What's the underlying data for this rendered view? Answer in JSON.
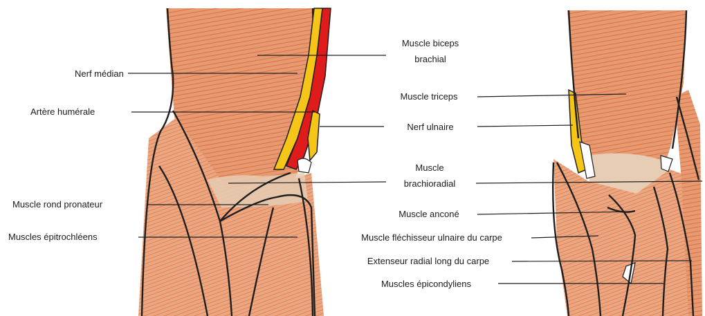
{
  "labels": {
    "nerf_median": "Nerf médian",
    "artere_humerale": "Artère humérale",
    "muscle_rond_pronateur": "Muscle rond pronateur",
    "muscles_epitrochleens": "Muscles épitrochléens",
    "biceps_line1": "Muscle biceps",
    "biceps_line2": "brachial",
    "triceps": "Muscle triceps",
    "nerf_ulnaire": "Nerf ulnaire",
    "brachioradial_line1": "Muscle",
    "brachioradial_line2": "brachioradial",
    "anconé": "Muscle anconé",
    "flechisseur": "Muscle fléchisseur ulnaire du carpe",
    "extenseur": "Extenseur radial long du carpe",
    "epicondyliens": "Muscles épicondyliens"
  },
  "colors": {
    "muscle": "#e8a07a",
    "muscle_dark": "#d9774a",
    "muscle_light": "#f0c8a8",
    "bone": "#e8d4c0",
    "nerve": "#f5c518",
    "artery": "#e01b1b",
    "outline": "#1e1e1e"
  }
}
